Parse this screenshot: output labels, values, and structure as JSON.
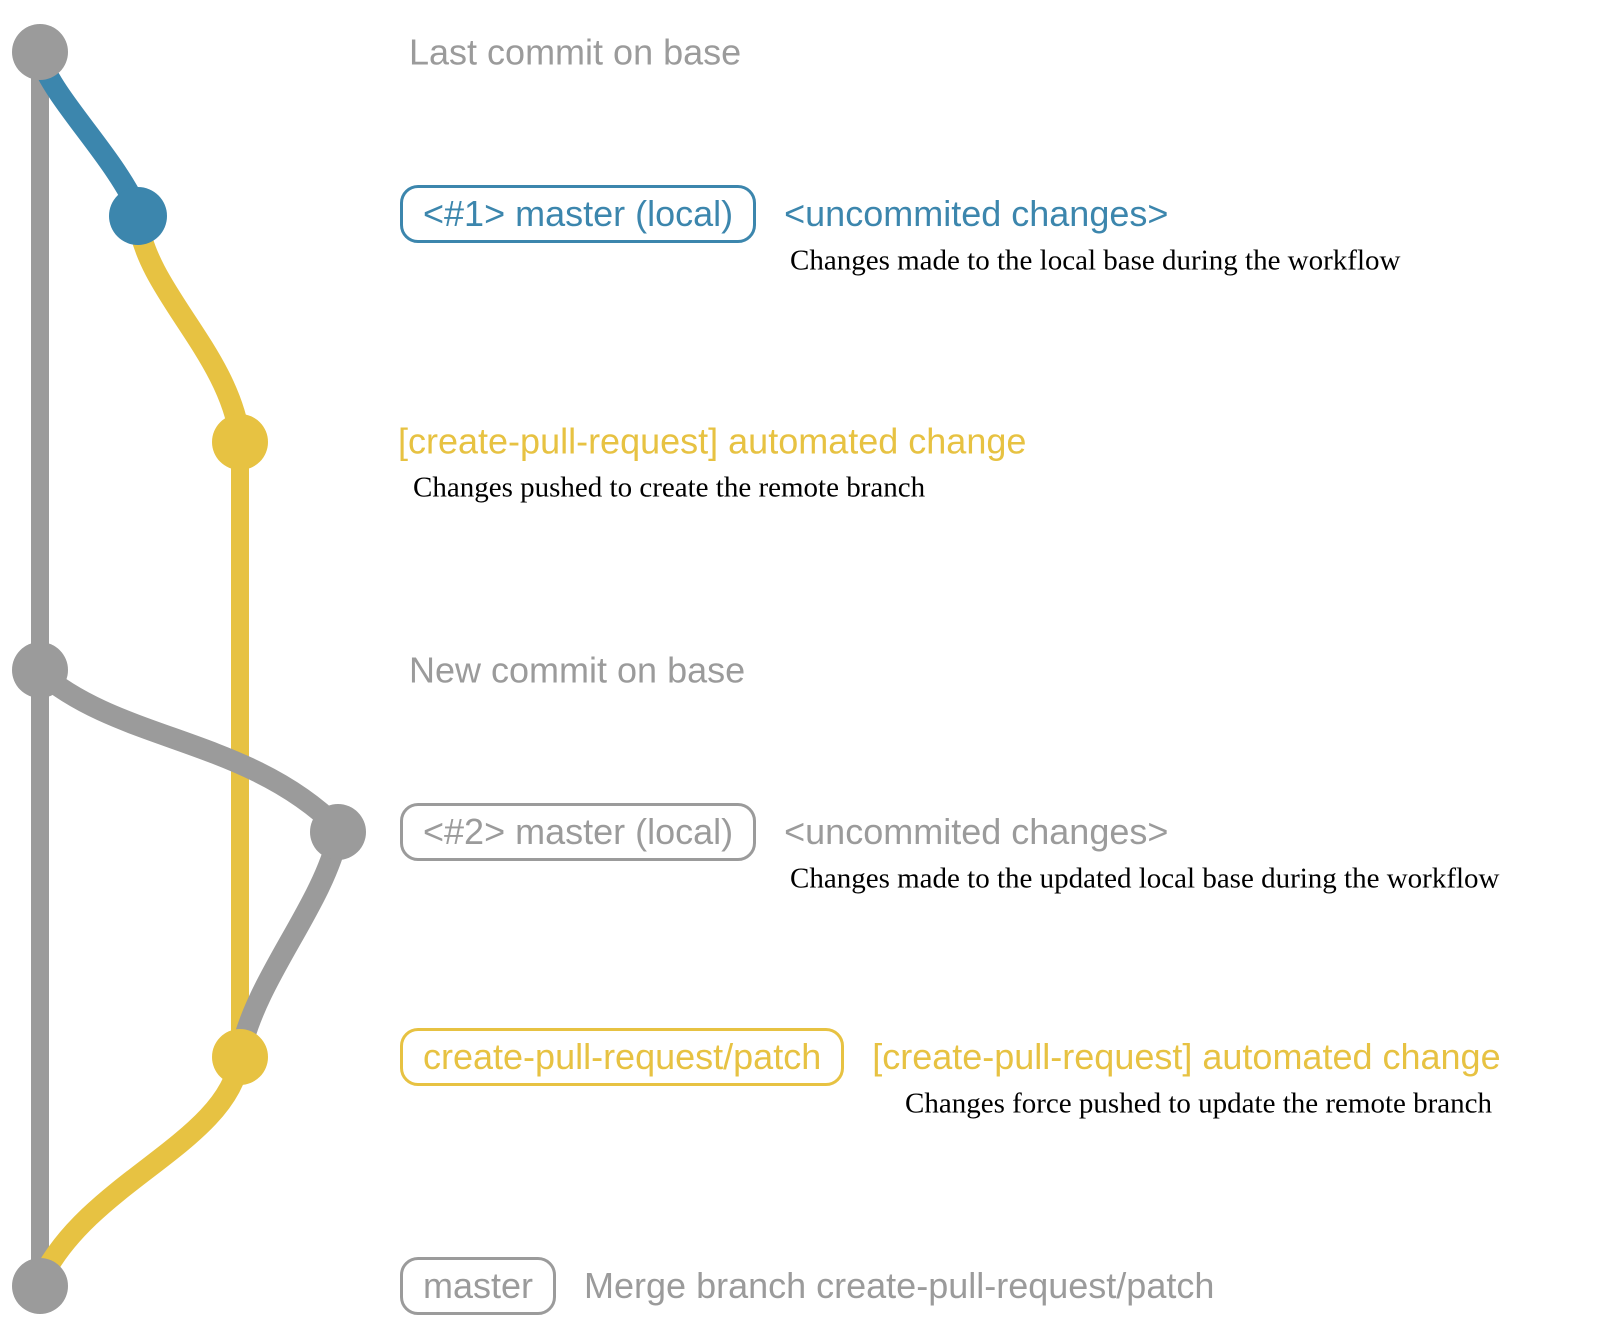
{
  "colors": {
    "gray": "#9b9b9b",
    "blue": "#3c86ad",
    "yellow": "#e7c242",
    "ink": "#000000"
  },
  "rows": {
    "last_commit": {
      "label": "Last commit on base"
    },
    "local1": {
      "badge": "<#1> master (local)",
      "label": "<uncommited changes>",
      "desc": "Changes made to the local base during the workflow"
    },
    "patch1": {
      "label": "[create-pull-request] automated change",
      "desc": "Changes pushed to create the remote branch"
    },
    "new_commit": {
      "label": "New commit on base"
    },
    "local2": {
      "badge": "<#2> master (local)",
      "label": "<uncommited changes>",
      "desc": "Changes made to the updated local base during the workflow"
    },
    "patch2": {
      "badge": "create-pull-request/patch",
      "label": "[create-pull-request] automated change",
      "desc": "Changes force pushed to update the remote branch"
    },
    "merge": {
      "badge": "master",
      "label": "Merge branch create-pull-request/patch"
    }
  }
}
